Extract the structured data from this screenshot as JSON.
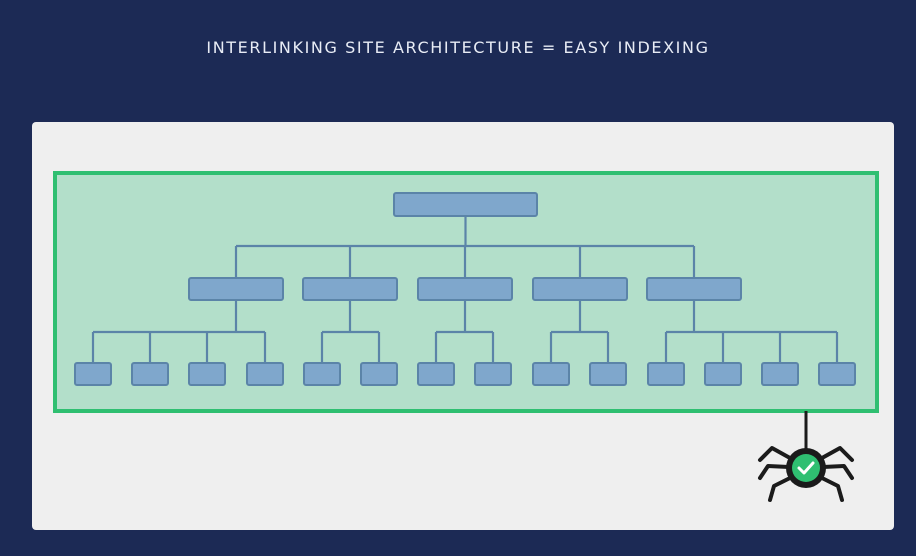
{
  "title": "INTERLINKING SITE ARCHITECTURE = EASY INDEXING",
  "colors": {
    "background": "#1c2a55",
    "card": "#efefef",
    "zone_fill": "#b3dfca",
    "zone_border": "#2fbf71",
    "node_fill": "#7fa7cc",
    "node_stroke": "#5b84a8",
    "connector": "#5b84a8",
    "spider": "#1b1b1b",
    "check_badge": "#2fbf71"
  },
  "tree": {
    "levels": 3,
    "root_count": 1,
    "children_per_section": [
      4,
      2,
      2,
      2,
      4
    ]
  },
  "icons": {
    "crawler": "spider-icon",
    "badge": "checkmark-icon"
  }
}
